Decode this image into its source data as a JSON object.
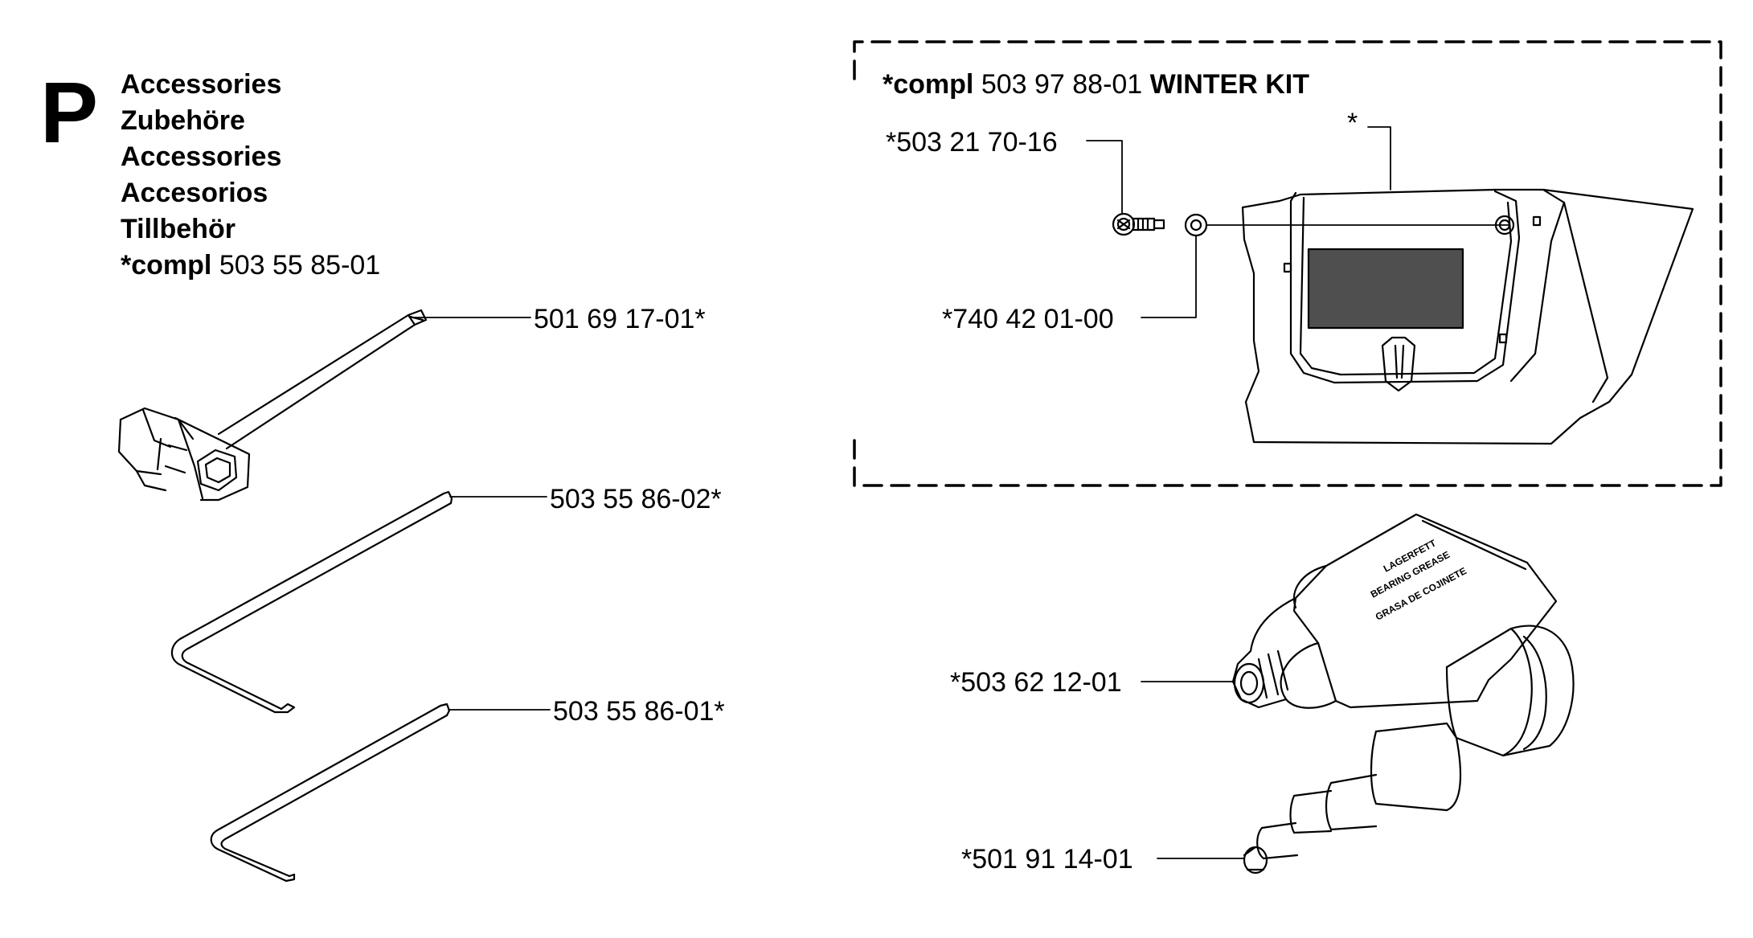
{
  "section": {
    "letter": "P",
    "titles": [
      "Accessories",
      "Zubehöre",
      "Accessories",
      "Accesorios",
      "Tillbehör"
    ],
    "compl_prefix": "*compl",
    "compl_number": "503 55 85-01"
  },
  "winter_kit": {
    "prefix": "*compl",
    "number": "503 97 88-01",
    "name": "WINTER KIT",
    "parts": [
      "*503 21 70-16",
      "*740 42 01-00",
      "*"
    ]
  },
  "parts": [
    "501 69 17-01*",
    "503 55 86-02*",
    "503 55 86-01*",
    "*503 62 12-01",
    "*501 91 14-01"
  ],
  "tube_print": [
    "LAGERFETT",
    "BEARING GREASE",
    "GRASA DE COJINETE"
  ]
}
